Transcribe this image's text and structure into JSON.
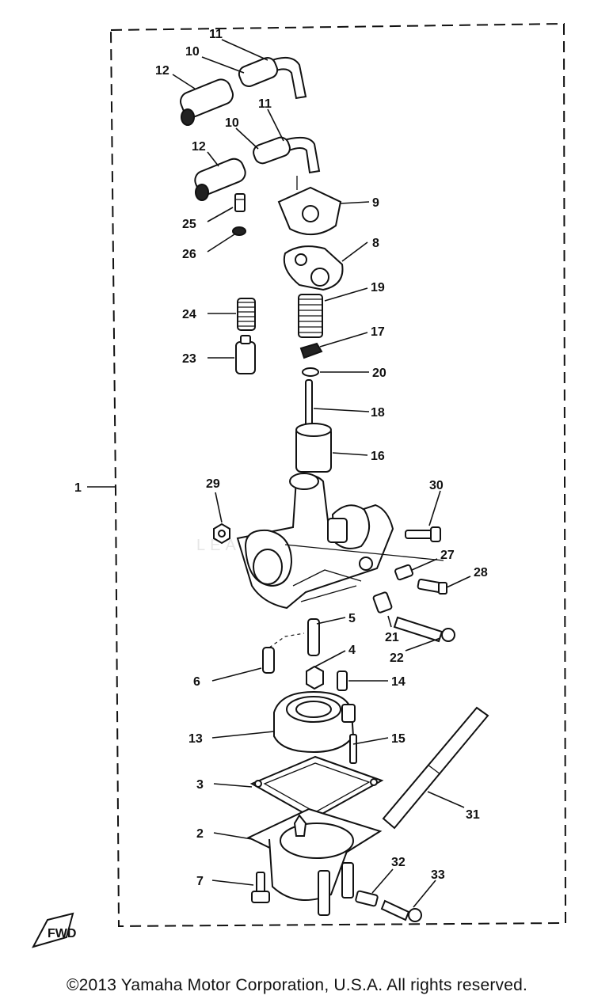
{
  "diagram": {
    "callouts": {
      "c1": "1",
      "c2": "2",
      "c3": "3",
      "c4": "4",
      "c5": "5",
      "c6": "6",
      "c7": "7",
      "c8": "8",
      "c9": "9",
      "c10a": "10",
      "c10b": "10",
      "c11a": "11",
      "c11b": "11",
      "c12a": "12",
      "c12b": "12",
      "c13": "13",
      "c14": "14",
      "c15": "15",
      "c16": "16",
      "c17": "17",
      "c18": "18",
      "c19": "19",
      "c20": "20",
      "c21": "21",
      "c22": "22",
      "c23": "23",
      "c24": "24",
      "c25": "25",
      "c26": "26",
      "c27": "27",
      "c28": "28",
      "c29": "29",
      "c30": "30",
      "c31": "31",
      "c32": "32",
      "c33": "33"
    },
    "fwd_label": "FWD",
    "watermark": "LEADVENTURE",
    "copyright": "©2013 Yamaha Motor Corporation, U.S.A. All rights reserved."
  }
}
